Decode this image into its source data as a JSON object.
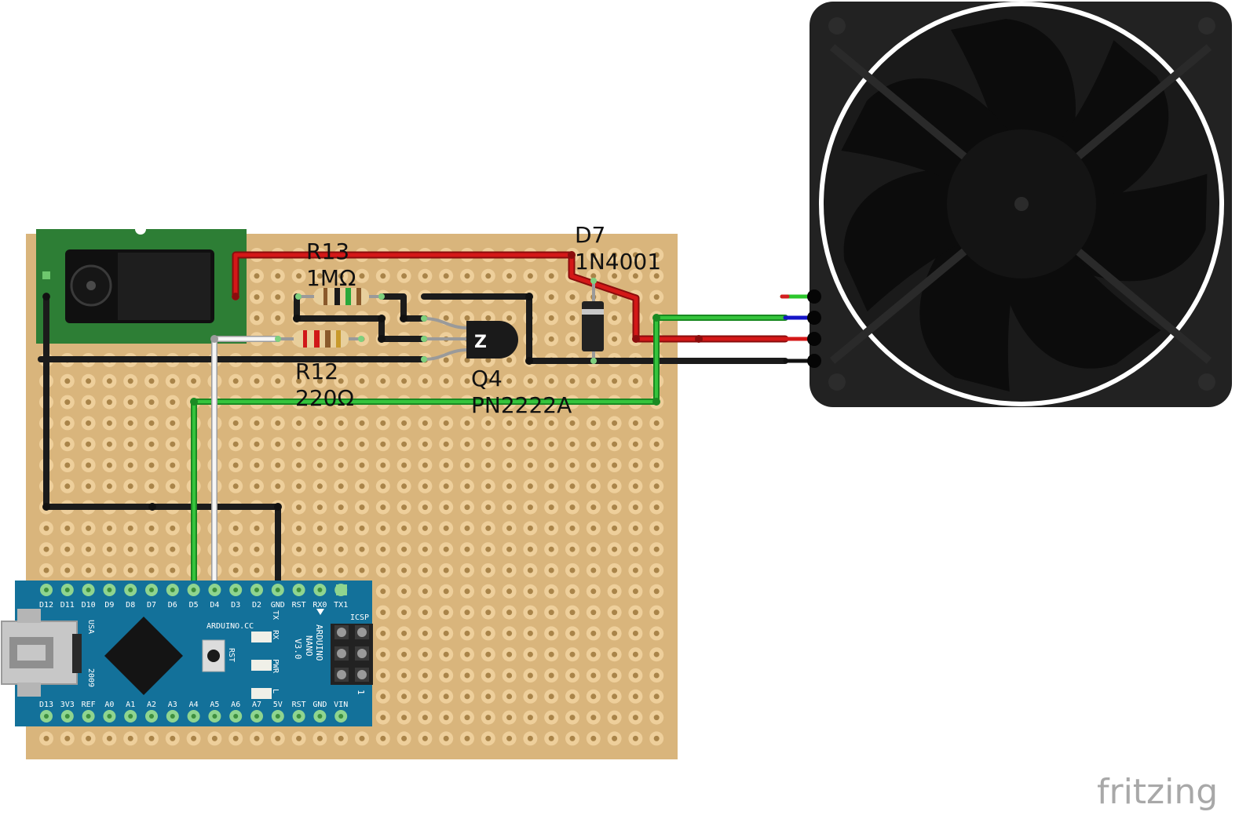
{
  "components": {
    "r13": {
      "ref": "R13",
      "value": "1MΩ"
    },
    "r12": {
      "ref": "R12",
      "value": "220Ω"
    },
    "d7": {
      "ref": "D7",
      "value": "1N4001"
    },
    "q4": {
      "ref": "Q4",
      "value": "PN2222A"
    }
  },
  "arduino": {
    "top_pins": [
      "D12",
      "D11",
      "D10",
      "D9",
      "D8",
      "D7",
      "D6",
      "D5",
      "D4",
      "D3",
      "D2",
      "GND",
      "RST",
      "RX0",
      "TX1"
    ],
    "bottom_pins": [
      "D13",
      "3V3",
      "REF",
      "A0",
      "A1",
      "A2",
      "A3",
      "A4",
      "A5",
      "A6",
      "A7",
      "5V",
      "RST",
      "GND",
      "VIN"
    ],
    "board_text": [
      "ARDUINO",
      "NANO",
      "V3.0"
    ],
    "site": "ARDUINO.CC",
    "usb": "USA",
    "year": "2009",
    "reset": "RST",
    "leds": [
      "TX",
      "RX",
      "PWR",
      "L"
    ],
    "icsp": "ICSP",
    "icsp_pin1": "1"
  },
  "colors": {
    "board": "#d9b57c",
    "pad": "#eecf9b",
    "hole": "#a98449",
    "jack_pcb": "#2d7e35",
    "nano": "#13719a",
    "wire_red": "#c61414",
    "wire_black": "#1b1b1b",
    "wire_green": "#27b02f",
    "wire_white": "#f4f4f4",
    "wire_blue": "#1515c8",
    "fan": "#222222"
  },
  "watermark": "fritzing"
}
